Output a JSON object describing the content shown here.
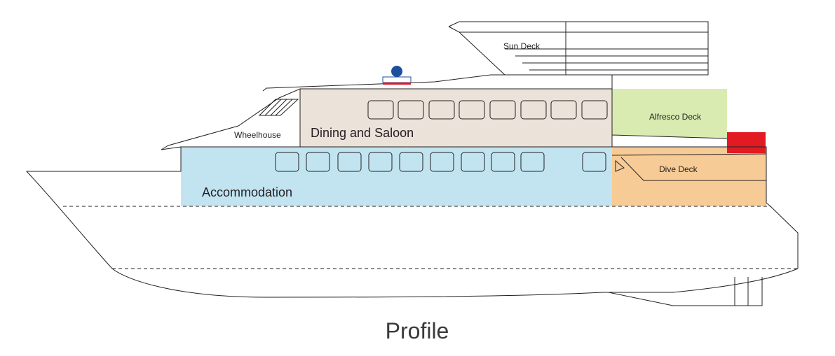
{
  "diagram": {
    "title": "Profile",
    "labels": {
      "sun_deck": "Sun Deck",
      "wheelhouse": "Wheelhouse",
      "dining_saloon": "Dining and Saloon",
      "alfresco_deck": "Alfresco Deck",
      "accommodation": "Accommodation",
      "dive_deck": "Dive Deck"
    },
    "colors": {
      "dining_saloon": "#ebe3da",
      "accommodation": "#c2e4f1",
      "alfresco_deck": "#d9ebb0",
      "dive_deck": "#f7cb96",
      "red_block": "#e21b23",
      "outline": "#231f20"
    }
  }
}
